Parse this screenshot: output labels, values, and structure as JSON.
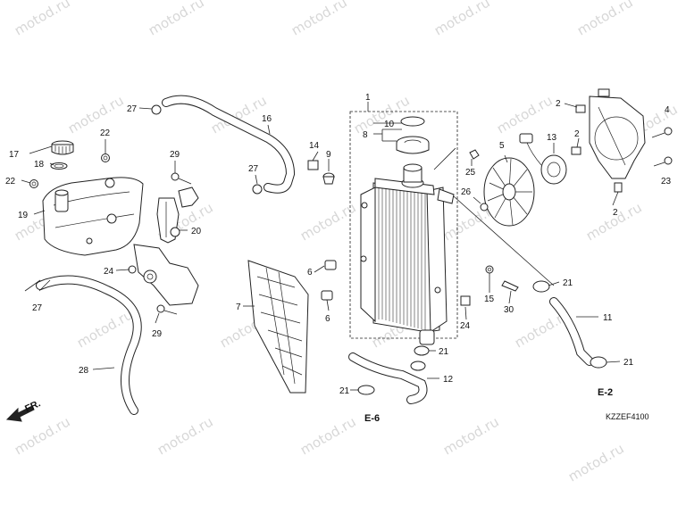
{
  "watermark": "motod.ru",
  "diagram_code": "KZZEF4100",
  "front_arrow_label": "FR.",
  "refs": {
    "e6": "E-6",
    "e2": "E-2"
  },
  "callouts": [
    "1",
    "2",
    "2",
    "2",
    "4",
    "5",
    "6",
    "6",
    "7",
    "8",
    "9",
    "10",
    "11",
    "12",
    "13",
    "14",
    "15",
    "16",
    "17",
    "18",
    "19",
    "20",
    "21",
    "21",
    "21",
    "21",
    "21",
    "22",
    "22",
    "23",
    "24",
    "24",
    "25",
    "26",
    "27",
    "27",
    "27",
    "28",
    "29",
    "29",
    "30"
  ]
}
